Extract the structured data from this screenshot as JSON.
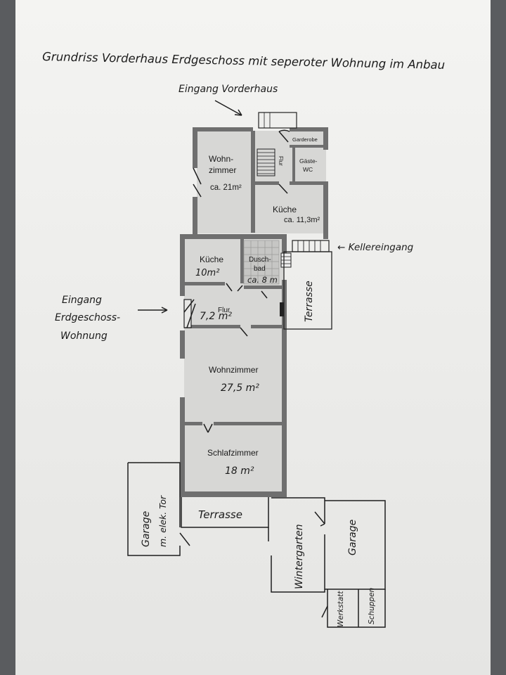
{
  "title": "Grundriss Vorderhaus Erdgeschoss mit seperoter Wohnung im Anbau",
  "annotations": {
    "eingang_vorderhaus": "Eingang Vorderhaus",
    "kellereingang": "← Kellereingang",
    "eingang_eg_line1": "Eingang",
    "eingang_eg_line2": "Erdgeschoss-",
    "eingang_eg_line3": "Wohnung"
  },
  "rooms": {
    "wohnzimmer_vh_line1": "Wohn-",
    "wohnzimmer_vh_line2": "zimmer",
    "wohnzimmer_vh_area": "ca. 21m²",
    "flur_vh": "Flur",
    "garderobe": "Garderobe",
    "gaeste_wc_line1": "Gäste-",
    "gaeste_wc_line2": "WC",
    "kueche_vh": "Küche",
    "kueche_vh_area": "ca. 11,3m²",
    "kueche_eg": "Küche",
    "kueche_eg_area": "10m²",
    "duschbad_line1": "Dusch-",
    "duschbad_line2": "bad",
    "duschbad_area": "ca. 8 m",
    "flur_eg": "Flur",
    "flur_eg_area": "7,2 m²",
    "wohnzimmer_eg": "Wohnzimmer",
    "wohnzimmer_eg_area": "27,5 m²",
    "schlafzimmer": "Schlafzimmer",
    "schlafzimmer_area": "18 m²"
  },
  "outbuildings": {
    "terrasse_right": "Terrasse",
    "terrasse_bottom": "Terrasse",
    "garage_left_line1": "Garage",
    "garage_left_line2": "m. elek. Tor",
    "wintergarten": "Wintergarten",
    "garage_right": "Garage",
    "werkstatt": "Werkstatt",
    "schuppen": "Schuppen"
  }
}
